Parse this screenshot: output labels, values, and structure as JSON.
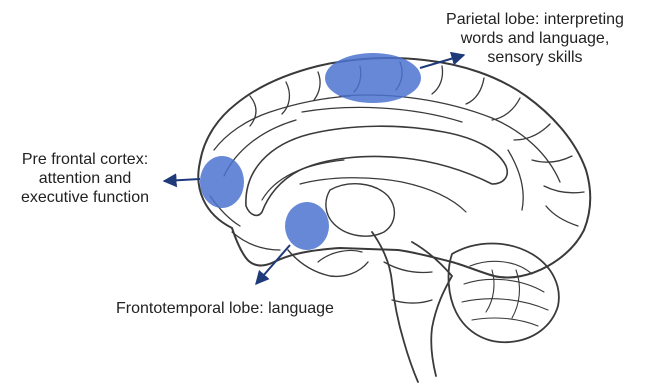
{
  "colors": {
    "highlight": "#4b73cf",
    "arrow": "#1f3a7a",
    "outline": "#3a3a3a",
    "text": "#222222"
  },
  "labels": {
    "parietal": {
      "region": "parietal-lobe",
      "lines": [
        "Parietal lobe: interpreting",
        "words and language,",
        "sensory skills"
      ]
    },
    "prefrontal": {
      "region": "prefrontal-cortex",
      "lines": [
        "Pre frontal cortex:",
        "attention and",
        "executive function"
      ]
    },
    "frontotemporal": {
      "region": "frontotemporal-lobe",
      "lines": [
        "Frontotemporal lobe: language"
      ]
    }
  }
}
